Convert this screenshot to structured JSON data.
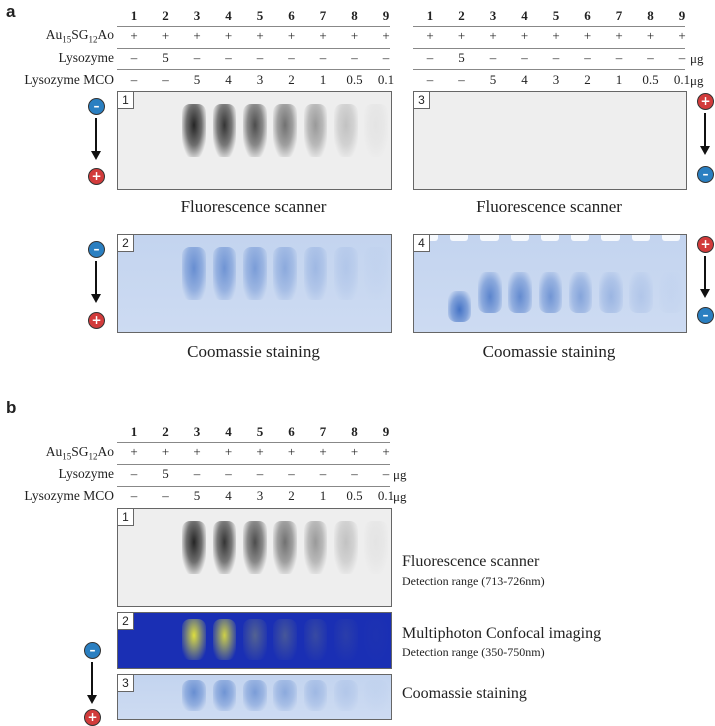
{
  "panel_a": {
    "letter": "a",
    "lane_numbers": [
      "1",
      "2",
      "3",
      "4",
      "5",
      "6",
      "7",
      "8",
      "9"
    ],
    "rows": [
      {
        "label": "Au15SG12Ao",
        "values": [
          "+",
          "+",
          "+",
          "+",
          "+",
          "+",
          "+",
          "+",
          "+"
        ],
        "unit": ""
      },
      {
        "label": "Lysozyme",
        "values": [
          "–",
          "5",
          "–",
          "–",
          "–",
          "–",
          "–",
          "–",
          "–"
        ],
        "unit": "μg"
      },
      {
        "label": "Lysozyme MCO",
        "values": [
          "–",
          "–",
          "5",
          "4",
          "3",
          "2",
          "1",
          "0.5",
          "0.1"
        ],
        "unit": "μg"
      }
    ],
    "gels": [
      {
        "num": "1",
        "caption": "Fluorescence scanner"
      },
      {
        "num": "3",
        "caption": "Fluorescence scanner"
      },
      {
        "num": "2",
        "caption": "Coomassie staining"
      },
      {
        "num": "4",
        "caption": "Coomassie staining"
      }
    ],
    "symbols": {
      "minus": "–",
      "plus": "+"
    }
  },
  "panel_b": {
    "letter": "b",
    "lane_numbers": [
      "1",
      "2",
      "3",
      "4",
      "5",
      "6",
      "7",
      "8",
      "9"
    ],
    "rows": [
      {
        "label": "Au15SG12Ao",
        "values": [
          "+",
          "+",
          "+",
          "+",
          "+",
          "+",
          "+",
          "+",
          "+"
        ],
        "unit": ""
      },
      {
        "label": "Lysozyme",
        "values": [
          "–",
          "5",
          "–",
          "–",
          "–",
          "–",
          "–",
          "–",
          "–"
        ],
        "unit": "μg"
      },
      {
        "label": "Lysozyme MCO",
        "values": [
          "–",
          "–",
          "5",
          "4",
          "3",
          "2",
          "1",
          "0.5",
          "0.1"
        ],
        "unit": "μg"
      }
    ],
    "gels": [
      {
        "num": "1",
        "title": "Fluorescence scanner",
        "sub": "Detection range (713-726nm)"
      },
      {
        "num": "2",
        "title": "Multiphoton Confocal imaging",
        "sub": "Detection range (350-750nm)"
      },
      {
        "num": "3",
        "title": "Coomassie staining",
        "sub": ""
      }
    ],
    "symbols": {
      "minus": "–",
      "plus": "+"
    }
  },
  "intensities": [
    0,
    0,
    1.0,
    0.92,
    0.8,
    0.62,
    0.42,
    0.22,
    0.05
  ],
  "colors": {
    "fluor": "#1a1a1a",
    "coomassie": "#3f6fc4",
    "mp_bg": "#1a2fb4",
    "mp_band": "#e8e838"
  }
}
